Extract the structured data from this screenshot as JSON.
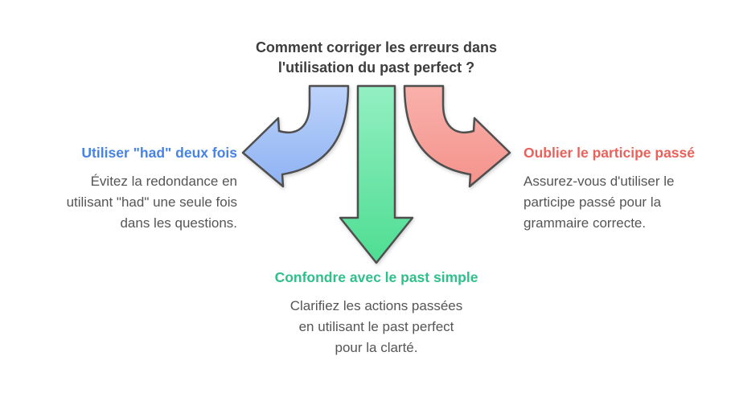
{
  "title": {
    "line1": "Comment corriger les erreurs dans",
    "line2": "l'utilisation du past perfect ?"
  },
  "branches": {
    "left": {
      "heading": "Utiliser \"had\" deux fois",
      "color": "#4583e6",
      "lines": [
        "Évitez la redondance en",
        "utilisant \"had\" une seule fois",
        "dans les questions."
      ]
    },
    "right": {
      "heading": "Oublier le participe passé",
      "color": "#e8625c",
      "lines": [
        "Assurez-vous d'utiliser le",
        "participe passé pour la",
        "grammaire correcte."
      ]
    },
    "bottom": {
      "heading": "Confondre avec le past simple",
      "color": "#2ebf8b",
      "lines": [
        "Clarifiez les actions passées",
        "en utilisant le past perfect",
        "pour la clarté."
      ]
    }
  },
  "arrows": {
    "blue": {
      "name": "curved-arrow-down-left",
      "top": "#bdd3fa",
      "bottom": "#8eb2f3"
    },
    "green": {
      "name": "straight-arrow-down",
      "top": "#93efc2",
      "bottom": "#4edd92"
    },
    "red": {
      "name": "curved-arrow-down-right",
      "top": "#f9b1ab",
      "bottom": "#f4938c"
    }
  },
  "colors": {
    "title_text": "#3d3d3d",
    "body_text": "#555555",
    "outline": "#4f4f4f",
    "background": "#ffffff"
  }
}
